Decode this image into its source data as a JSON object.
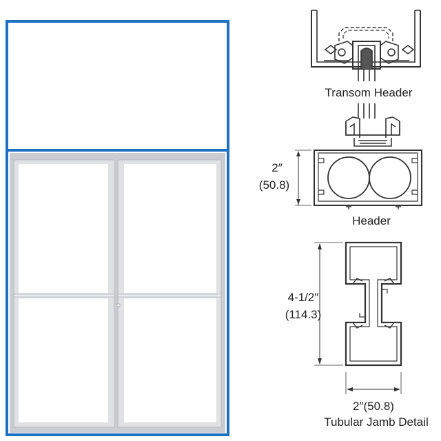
{
  "labels": {
    "transom_header": "Transom Header",
    "header": "Header",
    "jamb_detail": "Tubular Jamb Detail"
  },
  "dimensions": {
    "header_height_in": "2″",
    "header_height_mm": "(50.8)",
    "jamb_depth_in": "4-1/2″",
    "jamb_depth_mm": "(114.3)",
    "jamb_width": "2″(50.8)"
  },
  "colors": {
    "frame_outline": "#1f6fc4",
    "door_frame": "#c9ccd1",
    "line": "#333333"
  }
}
